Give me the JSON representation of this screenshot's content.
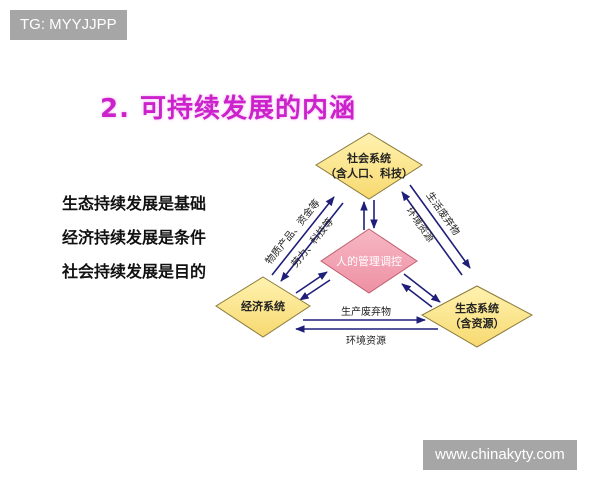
{
  "watermarks": {
    "top": "TG: MYYJJPP",
    "bottom": "www.chinakyty.com"
  },
  "slide": {
    "title": "2. 可持续发展的内涵",
    "principles": [
      "生态持续发展是基础",
      "经济持续发展是条件",
      "社会持续发展是目的"
    ]
  },
  "diagram": {
    "nodes": {
      "social": {
        "line1": "社会系统",
        "line2": "（含人口、科技）"
      },
      "economic": {
        "line1": "经济系统"
      },
      "ecological": {
        "line1": "生态系统",
        "line2": "（含资源）"
      },
      "center": {
        "line1": "人的管理调控"
      }
    },
    "flows": {
      "economic_to_social": "物质产品、资金等",
      "social_to_economic": "劳力、科技等",
      "social_to_ecological": "生活废弃物",
      "ecological_to_social": "环境资源",
      "economic_to_ecological": "生产废弃物",
      "ecological_to_economic": "环境资源"
    },
    "colors": {
      "node_fill": "#fce58a",
      "node_stroke": "#8a7a3a",
      "center_fill": "#f2a0b0",
      "center_stroke": "#c06070",
      "arrow": "#1f1f7a",
      "title": "#cc22cc"
    }
  }
}
